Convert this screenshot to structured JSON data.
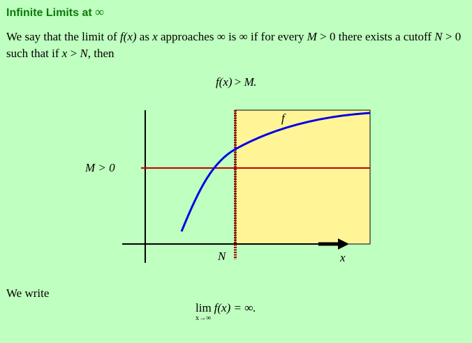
{
  "title": {
    "text": "Infinite Limits at",
    "symbol": "∞"
  },
  "definition": {
    "part1": "We say that the limit of ",
    "fx": "f(x)",
    "part2": " as ",
    "x": "x",
    "part3": " approaches ∞ is ∞ if for every ",
    "M": "M",
    "part4": " > 0 there exists a cutoff ",
    "N": "N",
    "part5": " > 0 such that if ",
    "x2": "x",
    "part6": " > ",
    "N2": "N",
    "part7": ", then"
  },
  "inequality": {
    "lhs": "f(x)",
    "op": " > ",
    "rhs": "M",
    "end": "."
  },
  "figure": {
    "m_label": "M > 0",
    "n_label": "N",
    "x_label": "x",
    "f_label": "f",
    "colors": {
      "region_fill": "#fff496",
      "curve": "#0000e6",
      "m_line": "#c00000",
      "n_line": "#a00000",
      "axes": "#000000"
    }
  },
  "we_write": "We write",
  "limit_expr": {
    "lim": "lim",
    "sub": "x→∞",
    "expr": "f(x) = ∞."
  }
}
